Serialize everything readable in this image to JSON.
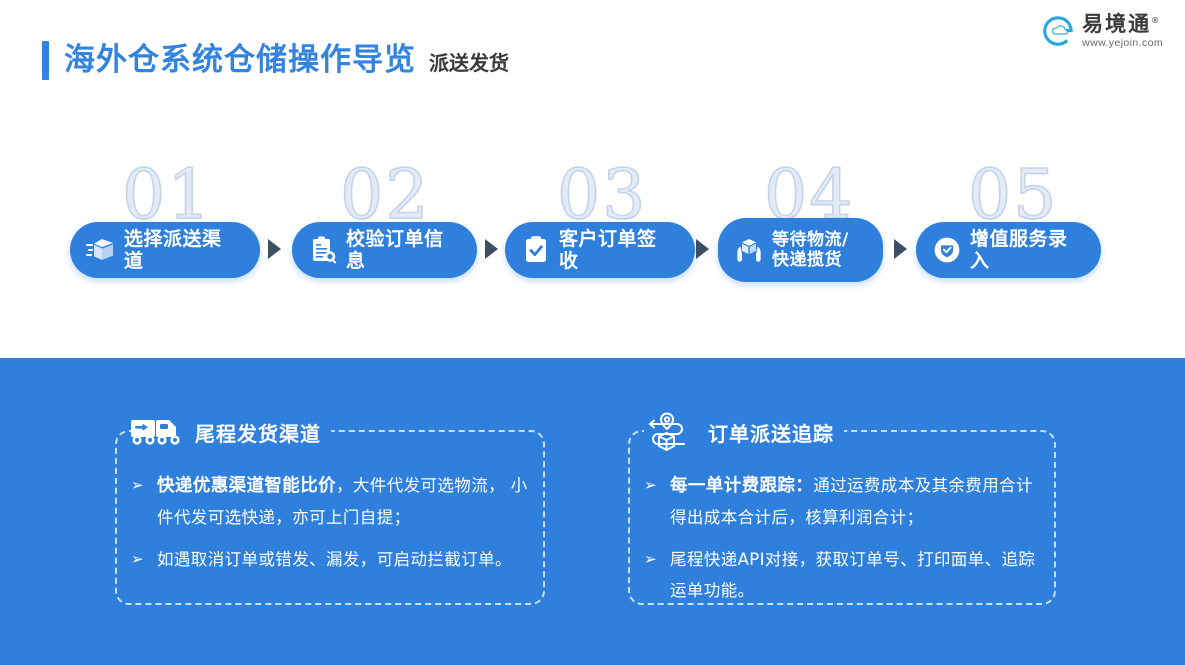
{
  "header": {
    "title_main": "海外仓系统仓储操作导览",
    "title_sub": "派送发货",
    "accent_color": "#3384e0"
  },
  "logo": {
    "name": "易境通",
    "registered": "®",
    "url": "www.yejoin.com",
    "mark": "yejoin-cloud-e-icon"
  },
  "steps": [
    {
      "number": "01",
      "label": "选择派送渠道",
      "icon": "moving-box-icon"
    },
    {
      "number": "02",
      "label": "校验订单信息",
      "icon": "clipboard-search-icon"
    },
    {
      "number": "03",
      "label": "客户订单签收",
      "icon": "clipboard-check-icon"
    },
    {
      "number": "04",
      "label": "等待物流/\n快递揽货",
      "icon": "hands-holding-box-icon"
    },
    {
      "number": "05",
      "label": "增值服务录入",
      "icon": "shield-check-badge-icon"
    }
  ],
  "arrows": [
    "▶",
    "▶",
    "▶",
    "▶"
  ],
  "cards": [
    {
      "title": "尾程发货渠道",
      "icon": "delivery-truck-icon",
      "bullets": [
        {
          "mark": "➢",
          "strong": "快递优惠渠道智能比价",
          "rest": "，大件代发可选物流， 小件代发可选快递，亦可上门自提；"
        },
        {
          "mark": "➢",
          "strong": "",
          "rest": "如遇取消订单或错发、漏发，可启动拦截订单。"
        }
      ]
    },
    {
      "title": "订单派送追踪",
      "icon": "package-route-tracking-icon",
      "bullets": [
        {
          "mark": "➢",
          "strong": " 每一单计费跟踪：",
          "rest": "通过运费成本及其余费用合计得出成本合计后，核算利润合计；"
        },
        {
          "mark": "➢",
          "strong": "",
          "rest": "尾程快递API对接，获取订单号、打印面单、追踪运单功能。"
        }
      ]
    }
  ],
  "colors": {
    "brand_blue": "#2f7fdd",
    "title_blue": "#3384e0",
    "band_blue": "#2f7fdd",
    "number_outline": "#c3d3ea",
    "arrow_gray": "#3c4f63"
  }
}
